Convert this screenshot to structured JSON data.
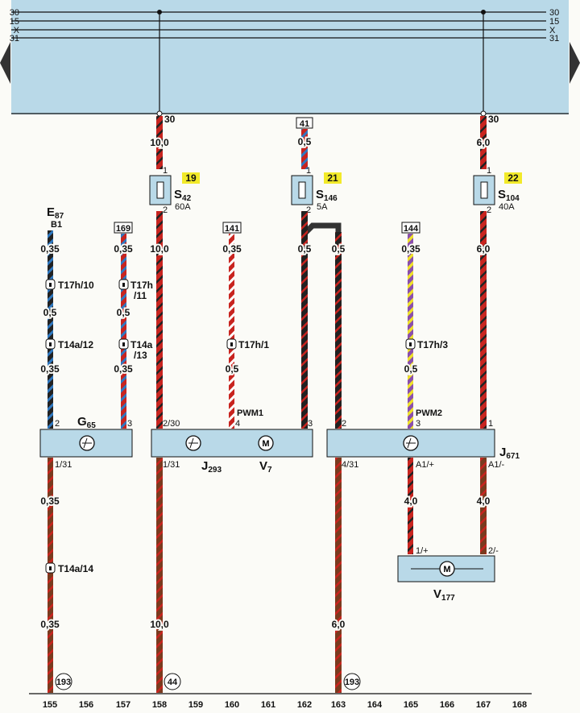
{
  "rails": {
    "left": [
      "30",
      "15",
      "X",
      "31"
    ],
    "right": [
      "30",
      "15",
      "X",
      "31"
    ]
  },
  "fuses": [
    {
      "name": "S42",
      "sub": "42",
      "base": "S",
      "rating": "60A",
      "tag": "19",
      "pin_in": "1",
      "pin_out": "2"
    },
    {
      "name": "S146",
      "sub": "146",
      "base": "S",
      "rating": "5A",
      "tag": "21",
      "pin_in": "1",
      "pin_out": "2"
    },
    {
      "name": "S104",
      "sub": "104",
      "base": "S",
      "rating": "40A",
      "tag": "22",
      "pin_in": "1",
      "pin_out": "2"
    }
  ],
  "rail_taps": [
    {
      "label": "30"
    },
    {
      "label": "30"
    }
  ],
  "ref_boxes": [
    "41",
    "169",
    "141",
    "144"
  ],
  "wire_labels": {
    "w158_top": "10,0",
    "w158_mid": "10,0",
    "w158_bot": "10,0",
    "w162_top": "0,5",
    "w162_mid": "0,5",
    "w163_mid": "0,5",
    "w163_bot": "6,0",
    "w167_top": "6,0",
    "w167_mid": "6,0",
    "w167_bot": "4,0",
    "w155_a": "0,35",
    "w155_b": "0,5",
    "w155_c": "0,35",
    "w155_d": "0,35",
    "w155_e": "0,35",
    "w157_a": "0,35",
    "w157_b": "0,5",
    "w157_c": "0,35",
    "w160_a": "0,35",
    "w160_b": "0,5",
    "w165_a": "0,35",
    "w165_b": "0,5",
    "w165_c": "4,0"
  },
  "connectors": {
    "t17h10": "T17h/10",
    "t17h11a": "T17h",
    "t17h11b": "/11",
    "t14a12": "T14a/12",
    "t14a13a": "T14a",
    "t14a13b": "/13",
    "t17h1": "T17h/1",
    "t17h3": "T17h/3",
    "t14a14": "T14a/14"
  },
  "components": {
    "e87": "E87",
    "e87_base": "E",
    "e87_sub": "87",
    "b1": "B1",
    "g65_base": "G",
    "g65_sub": "65",
    "j293_base": "J",
    "j293_sub": "293",
    "v7_base": "V",
    "v7_sub": "7",
    "j671_base": "J",
    "j671_sub": "671",
    "v177_base": "V",
    "v177_sub": "177"
  },
  "pins": {
    "g65_2": "2",
    "g65_3": "3",
    "g65_131": "1/31",
    "j293_230": "2/30",
    "j293_4": "4",
    "j293_3": "3",
    "j293_131": "1/31",
    "pwm1": "PWM1",
    "pwm2": "PWM2",
    "j671_2": "2",
    "j671_3": "3",
    "j671_1": "1",
    "j671_431": "4/31",
    "j671_a1p": "A1/+",
    "j671_a1m": "A1/-",
    "v177_1p": "1/+",
    "v177_2m": "2/-"
  },
  "ground_refs": [
    "193",
    "44",
    "193"
  ],
  "columns": [
    "155",
    "156",
    "157",
    "158",
    "159",
    "160",
    "161",
    "162",
    "163",
    "164",
    "165",
    "166",
    "167",
    "168"
  ],
  "colors": {
    "panel": "#b9d9e8",
    "highlight": "#f2ea2a",
    "red": "#c8241f",
    "brown": "#7a3b1f",
    "black": "#222222",
    "blue": "#2f78c0",
    "violet": "#8a4fae",
    "yellow": "#efe12a"
  }
}
